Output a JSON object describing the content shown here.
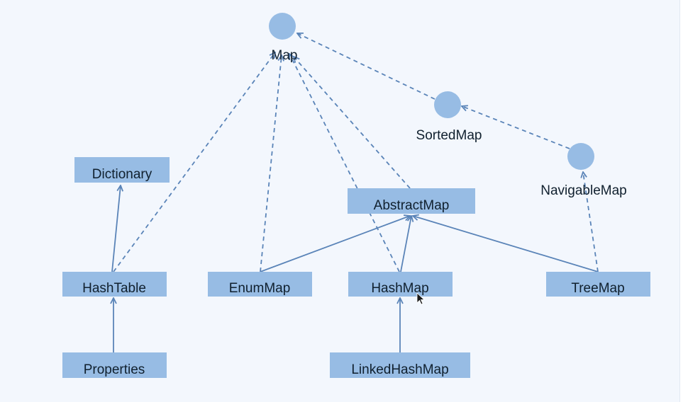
{
  "interfaces": {
    "map": "Map",
    "sorted_map": "SortedMap",
    "navigable_map": "NavigableMap"
  },
  "classes": {
    "dictionary": "Dictionary",
    "abstract_map": "AbstractMap",
    "hash_table": "HashTable",
    "enum_map": "EnumMap",
    "hash_map": "HashMap",
    "tree_map": "TreeMap",
    "properties": "Properties",
    "linked_hash_map": "LinkedHashMap"
  },
  "colors": {
    "node_fill": "#97bce4",
    "line": "#5a84b8",
    "text": "#10202e"
  }
}
